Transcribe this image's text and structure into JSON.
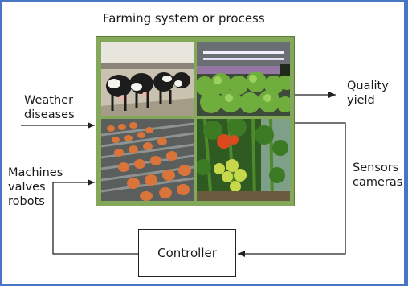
{
  "diagram": {
    "title": "Farming system or process",
    "inputs": {
      "disturbances": [
        "Weather",
        "diseases"
      ],
      "actuators": [
        "Machines",
        "valves",
        "robots"
      ]
    },
    "outputs": {
      "products": [
        "Quality",
        "yield"
      ],
      "measurement": [
        "Sensors",
        "cameras"
      ]
    },
    "controller_label": "Controller",
    "photos": [
      "dairy-cows-photo",
      "greenhouse-lettuce-photo",
      "eggs-conveyor-photo",
      "greenhouse-tomatoes-photo"
    ]
  },
  "colors": {
    "frame_border": "#4a74c4",
    "photo_frame": "#84a85a",
    "arrow": "#222222"
  }
}
